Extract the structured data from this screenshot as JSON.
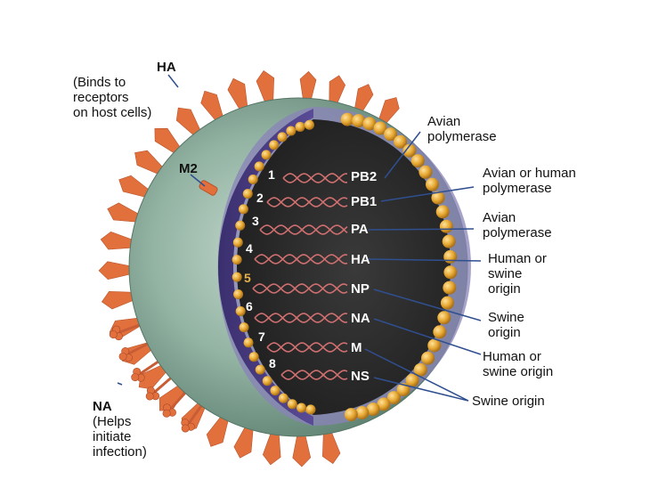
{
  "labels": {
    "ha_top": {
      "title": "HA",
      "lines": [
        "(Binds to",
        "receptors",
        "on host cells)"
      ]
    },
    "m2": "M2",
    "na_bottom": {
      "title": "NA",
      "lines": [
        "(Helps",
        "initiate",
        "infection)"
      ]
    }
  },
  "segments": [
    {
      "number": "1",
      "gene": "PB2"
    },
    {
      "number": "2",
      "gene": "PB1"
    },
    {
      "number": "3",
      "gene": "PA"
    },
    {
      "number": "4",
      "gene": "HA"
    },
    {
      "number": "5",
      "gene": "NP"
    },
    {
      "number": "6",
      "gene": "NA"
    },
    {
      "number": "7",
      "gene": "M"
    },
    {
      "number": "8",
      "gene": "NS"
    }
  ],
  "origins": [
    {
      "lines": [
        "Avian",
        "polymerase"
      ]
    },
    {
      "lines": [
        "Avian or human",
        "polymerase"
      ]
    },
    {
      "lines": [
        "Avian",
        "polymerase"
      ]
    },
    {
      "lines": [
        "Human or",
        "swine",
        "origin"
      ]
    },
    {
      "lines": [
        "Swine",
        "origin"
      ]
    },
    {
      "lines": [
        "Human or",
        "swine origin"
      ]
    },
    {
      "lines": [
        "Swine origin"
      ]
    }
  ],
  "colors": {
    "envelope": "#8fb0a0",
    "spike": "#e2703d",
    "bead": "#e6a630",
    "core": "#2b2b2b",
    "lining": "#4d3f86",
    "rna": "#d06f6f",
    "leader": "#2f4f8f",
    "number_highlight": "#e8b24a"
  }
}
